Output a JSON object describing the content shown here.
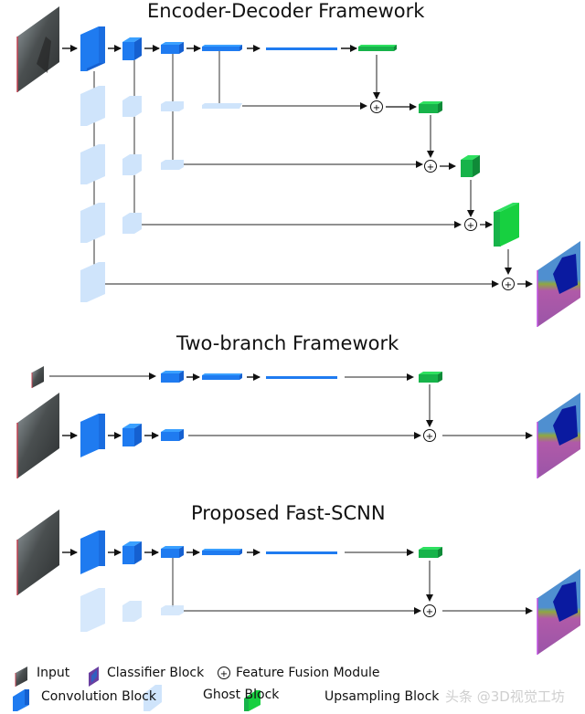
{
  "titles": {
    "encoder_decoder": "Encoder-Decoder Framework",
    "two_branch": "Two-branch Framework",
    "fast_scnn": "Proposed Fast-SCNN"
  },
  "legend": {
    "input": "Input",
    "classifier": "Classifier Block",
    "fusion": "Feature Fusion Module",
    "convolution": "Convolution Block",
    "ghost": "Ghost Block",
    "upsampling": "Upsampling Block"
  },
  "watermark": "头条 @3D视觉工坊",
  "fusion_symbol": "+",
  "colors": {
    "conv": "#1f7bf0",
    "conv_top": "#3aa0ff",
    "conv_side": "#1560d0",
    "ghost": "#cfe4fb",
    "ghost_top": "#e3f0fd",
    "upsample": "#17b34a",
    "upsample_top": "#2ee060",
    "line": "#222222"
  }
}
